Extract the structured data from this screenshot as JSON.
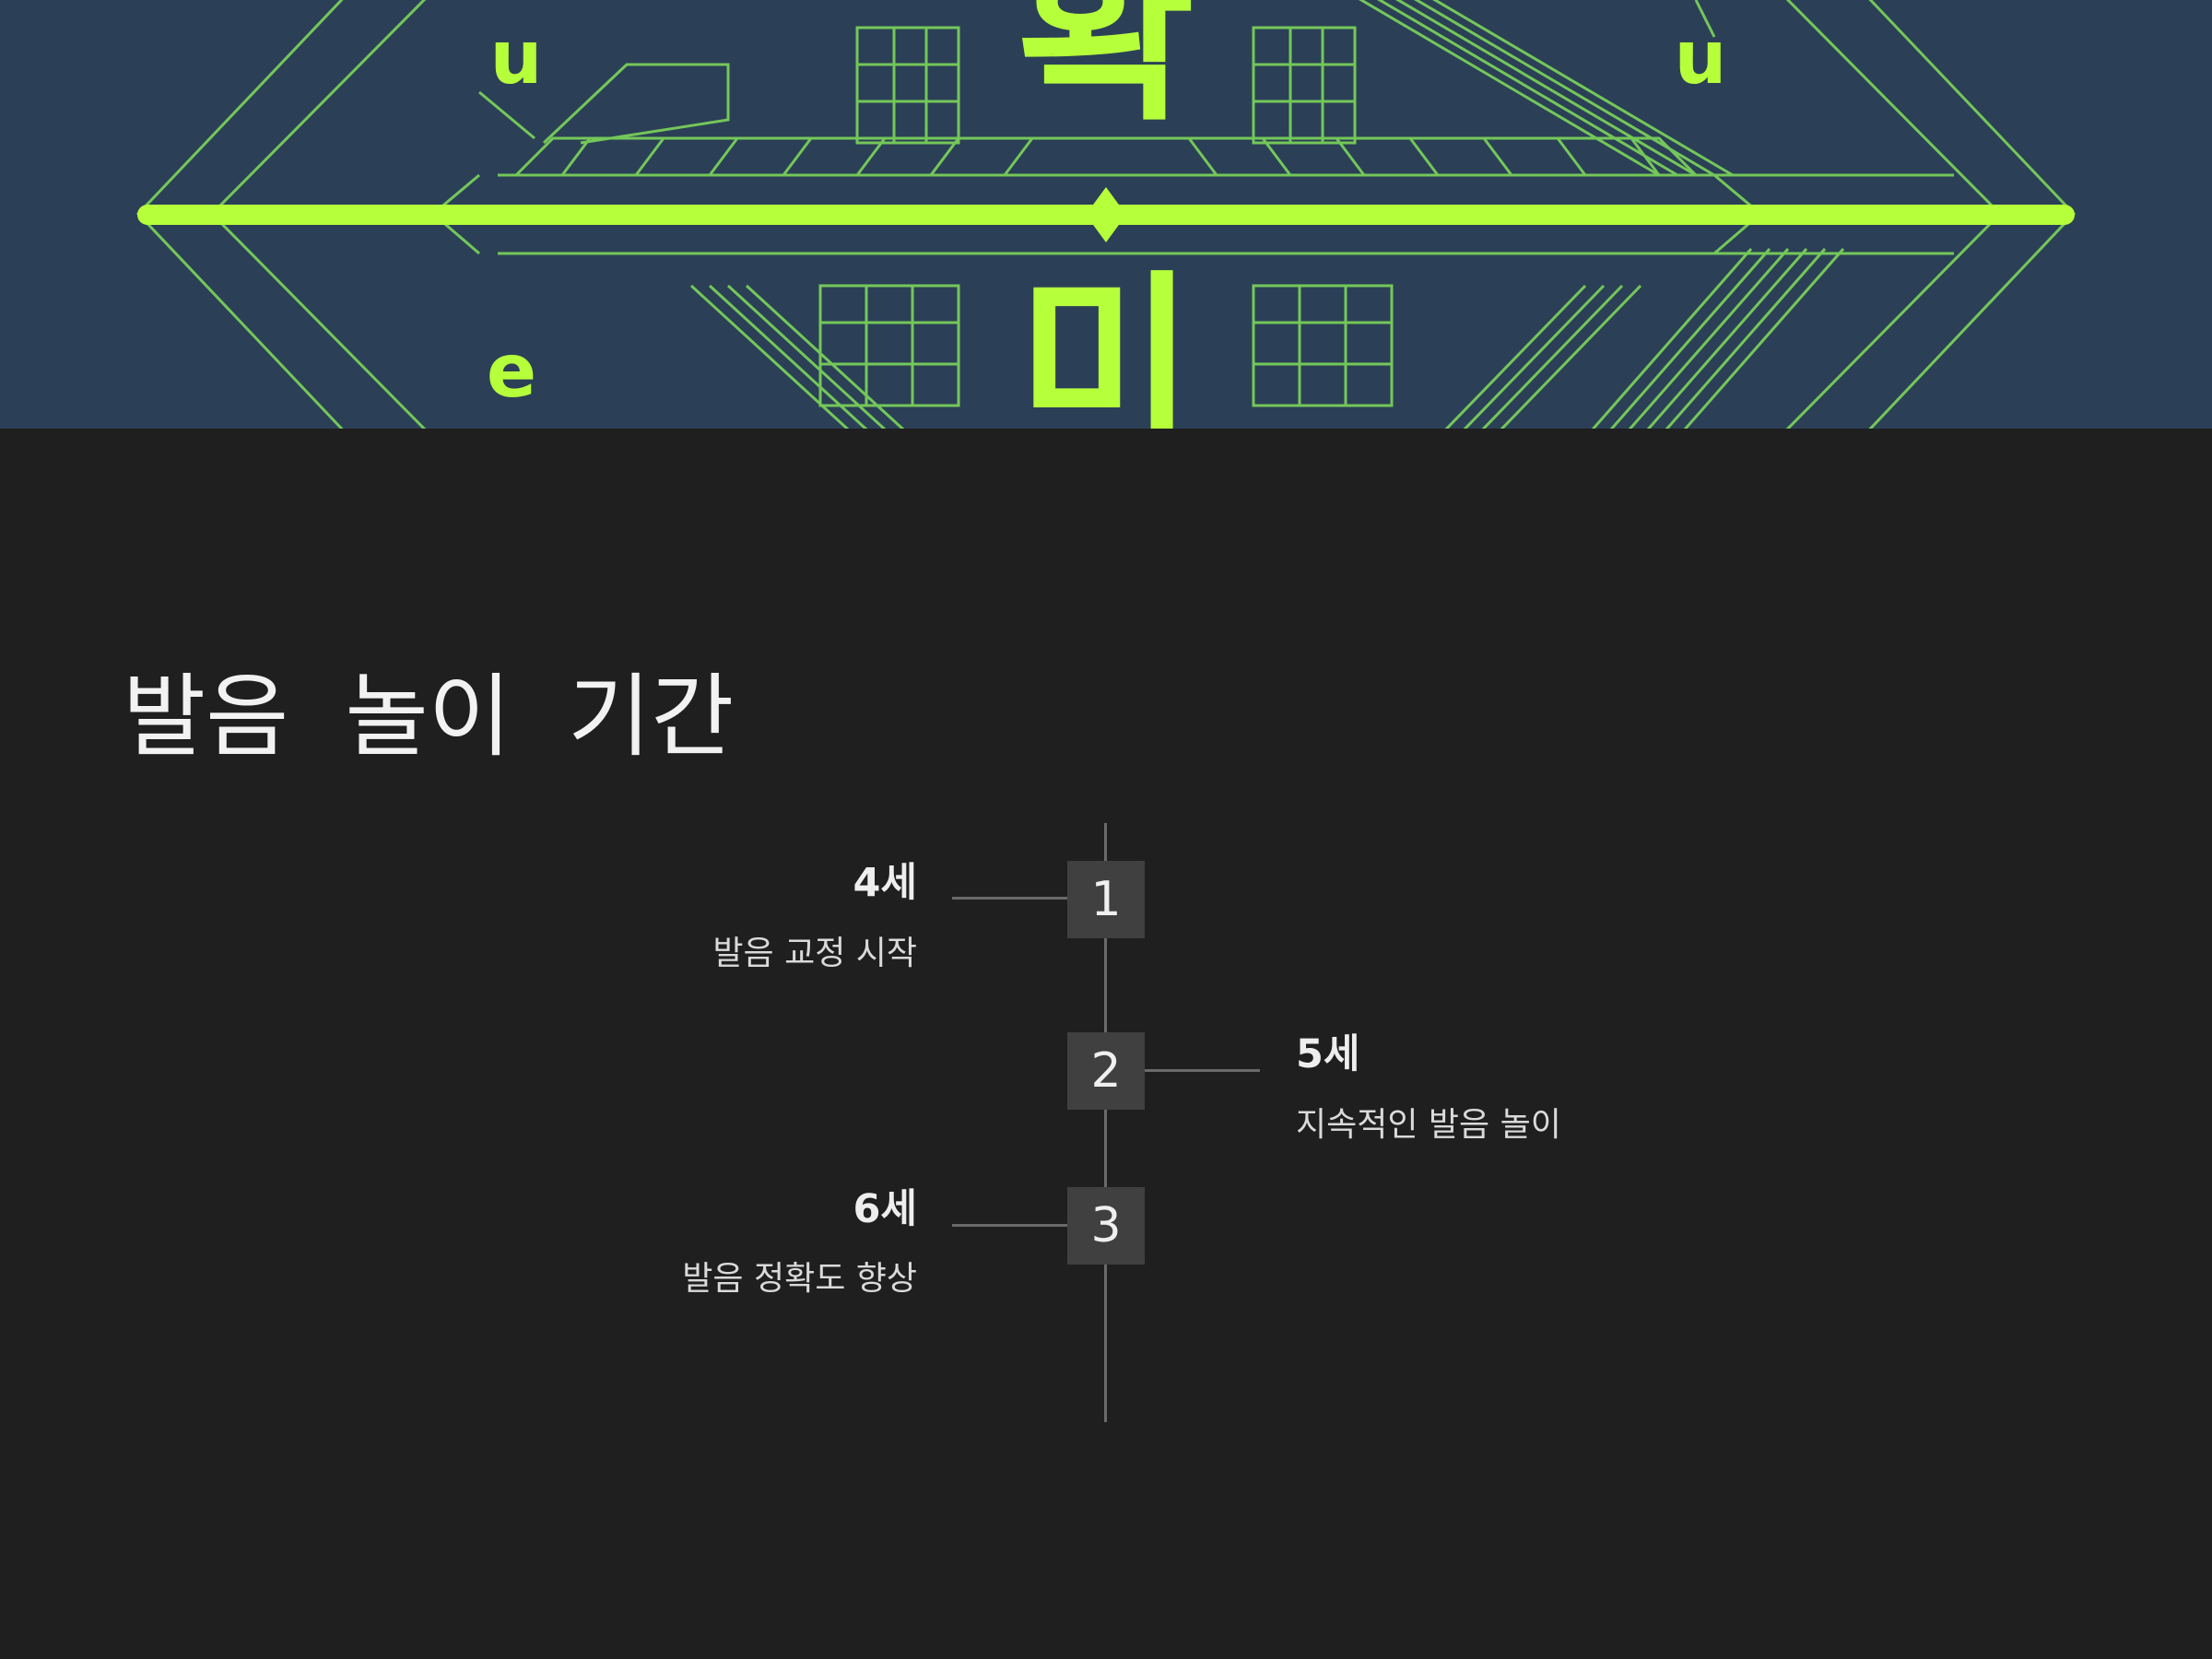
{
  "banner": {
    "accent_color": "#b6ff3b",
    "line_color": "#7dd65a",
    "background_color": "#2b4057",
    "glyph_top": "확",
    "glyph_bottom": "미",
    "letter_tl": "u",
    "letter_tr": "u",
    "letter_bl": "e"
  },
  "title": "발음 놀이 기간",
  "steps": [
    {
      "number": "1",
      "age": "4세",
      "desc": "발음 교정 시작",
      "side": "left"
    },
    {
      "number": "2",
      "age": "5세",
      "desc": "지속적인 발음 놀이",
      "side": "right"
    },
    {
      "number": "3",
      "age": "6세",
      "desc": "발음 정확도 향상",
      "side": "left"
    }
  ],
  "colors": {
    "page_background": "#1f1f1f",
    "box": "#404040",
    "line": "#6a6a6a",
    "text": "#eeeeee"
  }
}
